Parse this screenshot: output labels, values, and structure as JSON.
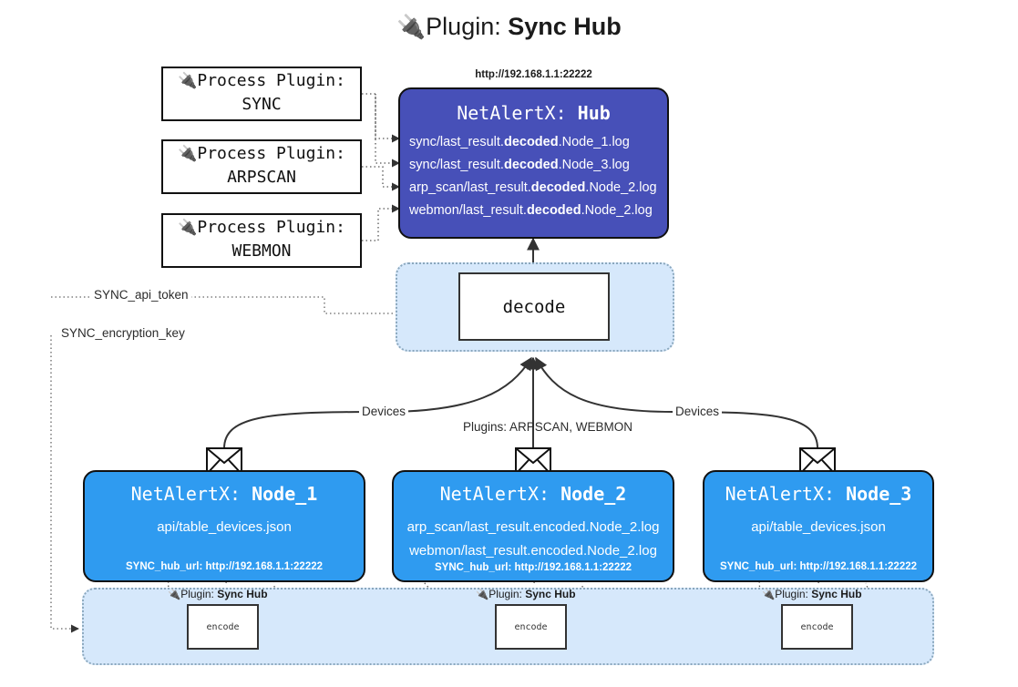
{
  "title": {
    "icon": "plug-icon",
    "glyph": "🔌",
    "prefix": "Plugin: ",
    "name": "Sync Hub"
  },
  "colors": {
    "hub_fill": "#4750b8",
    "node_fill": "#2f9bf0",
    "container_fill": "#d6e8fb",
    "container_border": "#8aa7bd",
    "stroke": "#111111",
    "text_light": "#ffffff"
  },
  "process_plugins": [
    {
      "glyph": "🔌",
      "line1": "Process Plugin:",
      "line2": "SYNC"
    },
    {
      "glyph": "🔌",
      "line1": "Process Plugin:",
      "line2": "ARPSCAN"
    },
    {
      "glyph": "🔌",
      "line1": "Process Plugin:",
      "line2": "WEBMON"
    }
  ],
  "hub": {
    "url": "http://192.168.1.1:22222",
    "title_prefix": "NetAlertX: ",
    "title_name": "Hub",
    "logs": [
      {
        "pre": "sync/last_result.",
        "mid": "decoded",
        "post": ".Node_1.log"
      },
      {
        "pre": "sync/last_result.",
        "mid": "decoded",
        "post": ".Node_3.log"
      },
      {
        "pre": "arp_scan/last_result.",
        "mid": "decoded",
        "post": ".Node_2.log"
      },
      {
        "pre": "webmon/last_result.",
        "mid": "decoded",
        "post": ".Node_2.log"
      }
    ]
  },
  "decode": {
    "label": "decode"
  },
  "secrets": [
    {
      "label": "SYNC_api_token"
    },
    {
      "label": "SYNC_encryption_key"
    }
  ],
  "edge_labels": {
    "devices_left": "Devices",
    "devices_right": "Devices",
    "plugins_middle": "Plugins: ARPSCAN, WEBMON"
  },
  "nodes": [
    {
      "title_prefix": "NetAlertX: ",
      "title_name": "Node_1",
      "lines": [
        {
          "pre": "api/table_devices.json",
          "mid": "",
          "post": ""
        }
      ],
      "footer": "SYNC_hub_url: http://192.168.1.1:22222",
      "icon": "envelope-icon"
    },
    {
      "title_prefix": "NetAlertX: ",
      "title_name": "Node_2",
      "lines": [
        {
          "pre": "arp_scan/last_result.encoded.Node_2.log",
          "mid": "",
          "post": ""
        },
        {
          "pre": "webmon/last_result.encoded.Node_2.log",
          "mid": "",
          "post": ""
        }
      ],
      "footer": "SYNC_hub_url: http://192.168.1.1:22222",
      "icon": "envelope-icon"
    },
    {
      "title_prefix": "NetAlertX: ",
      "title_name": "Node_3",
      "lines": [
        {
          "pre": "api/table_devices.json",
          "mid": "",
          "post": ""
        }
      ],
      "footer": "SYNC_hub_url: http://192.168.1.1:22222",
      "icon": "envelope-icon"
    }
  ],
  "encoders": [
    {
      "glyph": "🔌",
      "tag_prefix": "Plugin: ",
      "tag_name": "Sync Hub",
      "label": "encode"
    },
    {
      "glyph": "🔌",
      "tag_prefix": "Plugin: ",
      "tag_name": "Sync Hub",
      "label": "encode"
    },
    {
      "glyph": "🔌",
      "tag_prefix": "Plugin: ",
      "tag_name": "Sync Hub",
      "label": "encode"
    }
  ]
}
